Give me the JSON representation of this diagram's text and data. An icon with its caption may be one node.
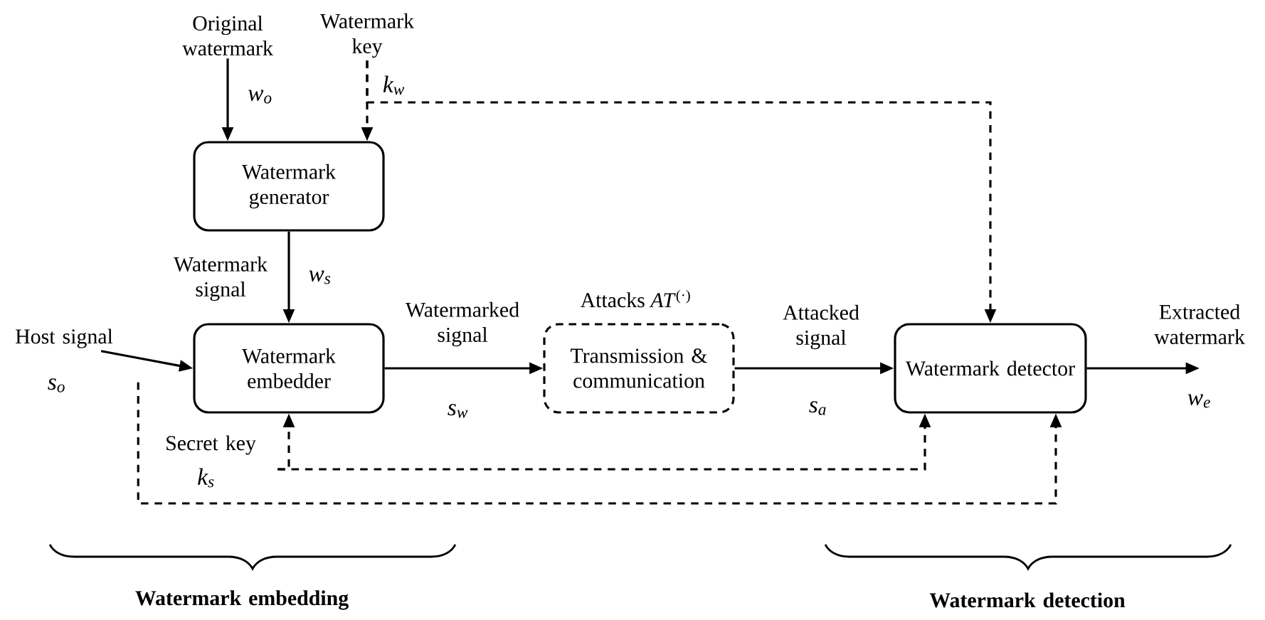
{
  "diagram": {
    "nodes": [
      {
        "text": [
          "Original watermark"
        ]
      },
      {
        "text": [
          "Watermark key"
        ]
      },
      {
        "text": [
          "Watermark generator"
        ]
      },
      {
        "text": [
          "Host signal"
        ],
        "beside": [
          "s$_{o}$"
        ]
      },
      {
        "text": [
          "Watermark embedder"
        ]
      },
      {
        "text": [
          "Attacks *AT*$^{(·)}$",
          "Transmission & communication"
        ]
      },
      {
        "text": [
          "Watermark detector"
        ]
      },
      {
        "text": [
          "Extracted watermark"
        ],
        "beside": [
          "w$_{e}$"
        ]
      },
      {
        "text": [
          "Secret key"
        ],
        "beside": [
          "k$_{s}$"
        ]
      }
    ],
    "edges": [
      {
        "from": 0,
        "to": 2,
        "arrow": "to",
        "label": "w$_{o}$"
      },
      {
        "from": 1,
        "to": 2,
        "arrow": "to",
        "label": "k$_{w}$",
        "style": "dashed"
      },
      {
        "from": 1,
        "to": 6,
        "arrow": "to",
        "style": "dashed"
      },
      {
        "from": 2,
        "to": 4,
        "arrow": "to",
        "label": "w$_{s}$"
      },
      {
        "from": 3,
        "to": 4,
        "arrow": "to"
      },
      {
        "from": 4,
        "to": 5,
        "arrow": "to",
        "label": "s$_{w}$"
      },
      {
        "from": 5,
        "to": 6,
        "arrow": "to",
        "label": "s$_{a}$"
      },
      {
        "from": 6,
        "to": 7,
        "arrow": "to"
      },
      {
        "from": 8,
        "to": 4,
        "arrow": "to",
        "style": "dashed"
      },
      {
        "from": 8,
        "to": 6,
        "arrow": "to",
        "style": "dashed"
      },
      {
        "from": 3,
        "to": 6,
        "arrow": "to",
        "style": "dashed"
      }
    ],
    "labels": [
      "Watermark signal",
      "Watermarked signal",
      "Attacked signal",
      "Watermark embedding",
      "Watermark detection"
    ]
  }
}
